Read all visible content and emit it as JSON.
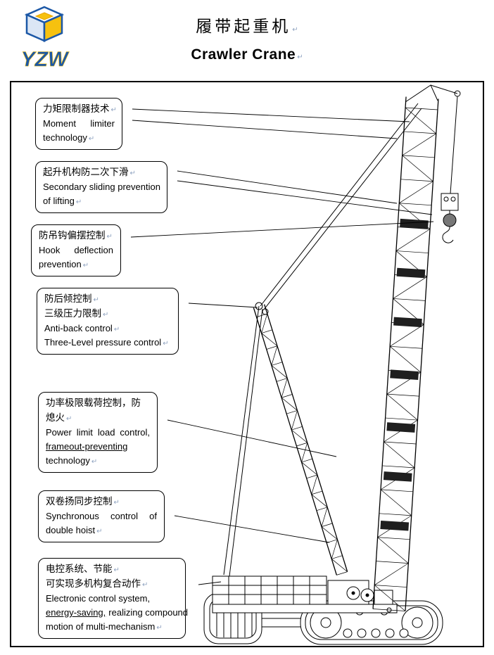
{
  "header": {
    "title_zh": "履带起重机",
    "title_en": "Crawler Crane",
    "logo_text": "YZW"
  },
  "marks": {
    "linebreak": "↵"
  },
  "callouts": [
    {
      "lines": [
        "力矩限制器技术",
        "Moment limiter",
        "technology"
      ]
    },
    {
      "lines": [
        "起升机构防二次下滑",
        "Secondary sliding prevention",
        "of lifting"
      ]
    },
    {
      "lines": [
        "防吊钩偏摆控制",
        "Hook deflection",
        "prevention"
      ]
    },
    {
      "lines": [
        "防后倾控制",
        "三级压力限制",
        "Anti-back control",
        "Three-Level pressure control"
      ]
    },
    {
      "lines": [
        "功率极限载荷控制，防",
        "熄火",
        "Power limit load control,",
        "frameout-preventing",
        "technology"
      ]
    },
    {
      "lines": [
        "双卷扬同步控制",
        "Synchronous control of",
        "double hoist"
      ]
    },
    {
      "lines": [
        "电控系统、节能",
        "可实现多机构复合动作",
        "Electronic control system,",
        "energy-saving,",
        "realizing compound",
        "motion of multi-mechanism"
      ]
    }
  ]
}
